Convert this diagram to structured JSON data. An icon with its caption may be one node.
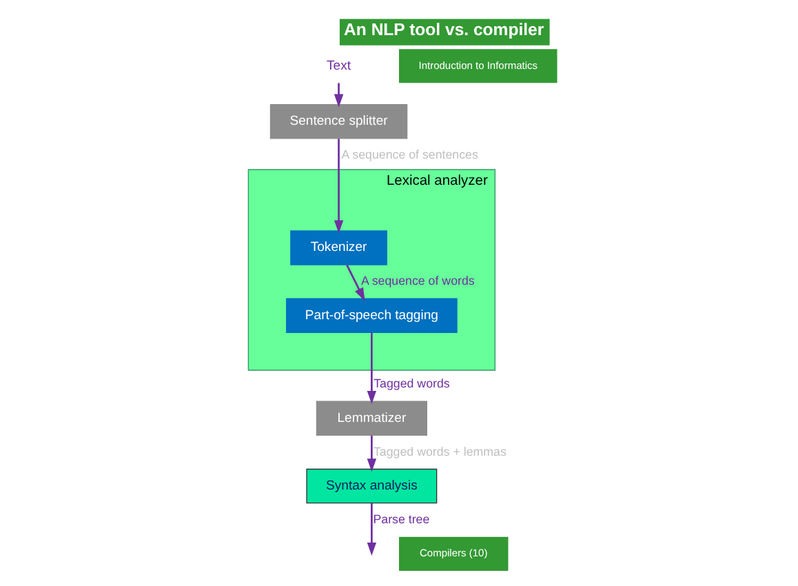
{
  "diagram": {
    "title": "An NLP tool vs. compiler",
    "nodes": [
      {
        "text": [
          "Text"
        ]
      },
      {
        "text": [
          "Sentence splitter"
        ]
      },
      {
        "text": [
          "Lexical analyzer"
        ]
      },
      {
        "text": [
          "Tokenizer"
        ],
        "in": 2
      },
      {
        "text": [
          "Part-of-speech tagging"
        ],
        "in": 2
      },
      {
        "text": [
          "Lemmatizer"
        ]
      },
      {
        "text": [
          "Syntax analysis"
        ]
      }
    ],
    "edges": [
      {
        "from": 0,
        "to": 1,
        "arrow": "to"
      },
      {
        "from": 1,
        "to": 3,
        "arrow": "to",
        "label": "A sequence of sentences"
      },
      {
        "from": 3,
        "to": 4,
        "arrow": "to",
        "label": "A sequence of words"
      },
      {
        "from": 4,
        "to": 5,
        "arrow": "to",
        "label": "Tagged words"
      },
      {
        "from": 5,
        "to": 6,
        "arrow": "to",
        "label": "Tagged words + lemmas"
      },
      {
        "from": 6,
        "to": null,
        "arrow": "to",
        "label": "Parse tree"
      }
    ],
    "labels": [
      "Introduction to Informatics",
      "Compilers (10)"
    ]
  }
}
